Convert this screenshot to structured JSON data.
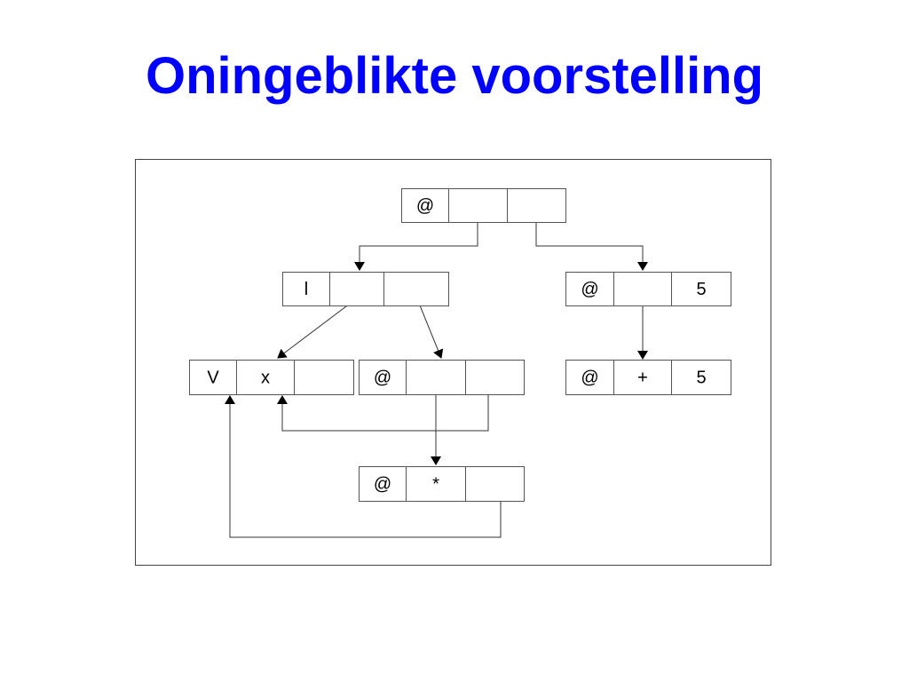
{
  "title": "Oningeblikte voorstelling",
  "nodes": [
    {
      "name": "root-node",
      "cells": [
        "@",
        "",
        ""
      ]
    },
    {
      "name": "lambda-node",
      "cells": [
        "l",
        "",
        ""
      ]
    },
    {
      "name": "apply-five-node",
      "cells": [
        "@",
        "",
        "5"
      ]
    },
    {
      "name": "var-x-node",
      "cells": [
        "V",
        "x",
        ""
      ]
    },
    {
      "name": "apply-mid-node",
      "cells": [
        "@",
        "",
        ""
      ]
    },
    {
      "name": "plus-five-node",
      "cells": [
        "@",
        "+",
        "5"
      ]
    },
    {
      "name": "times-node",
      "cells": [
        "@",
        "*",
        ""
      ]
    }
  ]
}
